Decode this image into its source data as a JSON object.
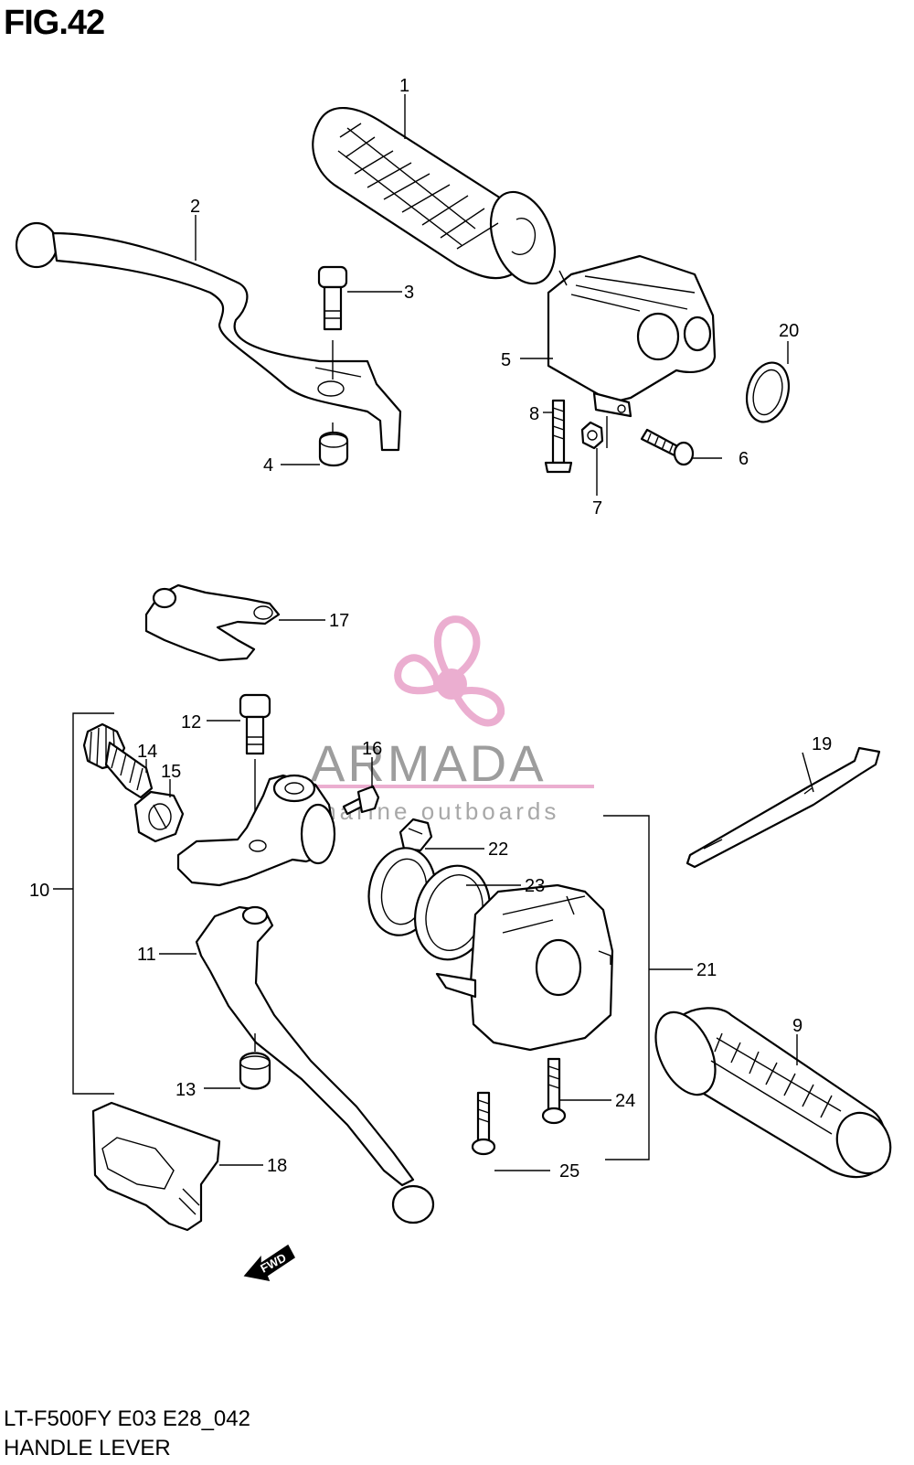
{
  "header": {
    "title": "FIG.42"
  },
  "footer": {
    "model": "LT-F500FY E03 E28_042",
    "name": "HANDLE LEVER"
  },
  "watermark": {
    "brand": "ARMADA",
    "tagline": "marine outboards",
    "logo_color": "#e8a0c8"
  },
  "direction": {
    "label": "FWD"
  },
  "parts": [
    {
      "id": "1"
    },
    {
      "id": "2"
    },
    {
      "id": "3"
    },
    {
      "id": "4"
    },
    {
      "id": "5"
    },
    {
      "id": "6"
    },
    {
      "id": "7"
    },
    {
      "id": "8"
    },
    {
      "id": "9"
    },
    {
      "id": "10"
    },
    {
      "id": "11"
    },
    {
      "id": "12"
    },
    {
      "id": "13"
    },
    {
      "id": "14"
    },
    {
      "id": "15"
    },
    {
      "id": "16"
    },
    {
      "id": "17"
    },
    {
      "id": "18"
    },
    {
      "id": "19"
    },
    {
      "id": "20"
    },
    {
      "id": "21"
    },
    {
      "id": "22"
    },
    {
      "id": "23"
    },
    {
      "id": "24"
    },
    {
      "id": "25"
    }
  ]
}
